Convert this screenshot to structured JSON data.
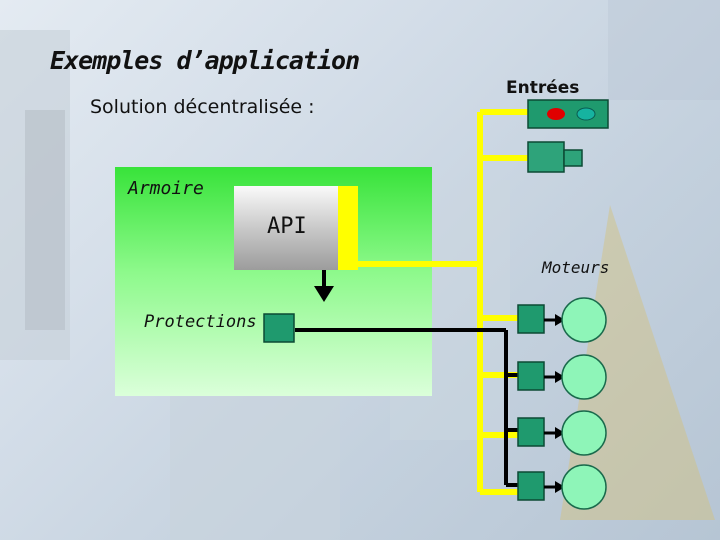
{
  "slide": {
    "title": "Exemples d’application",
    "subtitle": "Solution décentralisée :"
  },
  "labels": {
    "entrees": "Entrées",
    "moteurs": "Moteurs",
    "armoire": "Armoire",
    "api": "API",
    "protections": "Protections"
  },
  "colors": {
    "armoire_green": "#38e33a",
    "bus_yellow": "#ffff00",
    "device_teal": "#1f9a6e",
    "motor_green": "#8ef5b8",
    "input_led_red": "#e00000",
    "input_led_teal": "#16b3a0",
    "cable_black": "#000000"
  },
  "diagram": {
    "inputs": [
      "input-panel",
      "input-sensor"
    ],
    "motor_count": 4
  }
}
